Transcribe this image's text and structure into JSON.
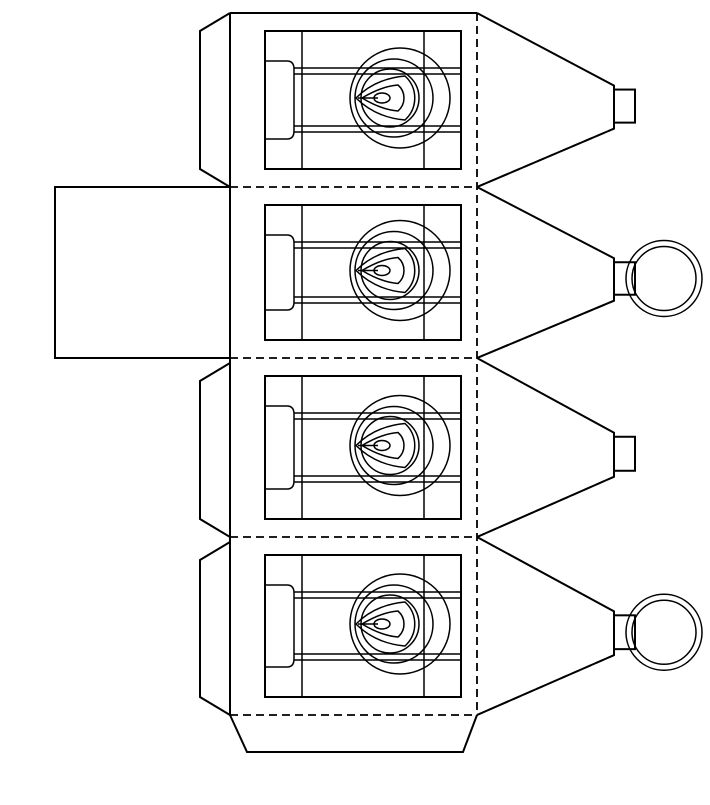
{
  "template": {
    "kind": "paper lantern cut-out template",
    "panel_count": 4,
    "panels_with_hanging_ring": [
      2,
      4
    ],
    "colors": {
      "line": "#000000",
      "paper": "#ffffff"
    }
  }
}
